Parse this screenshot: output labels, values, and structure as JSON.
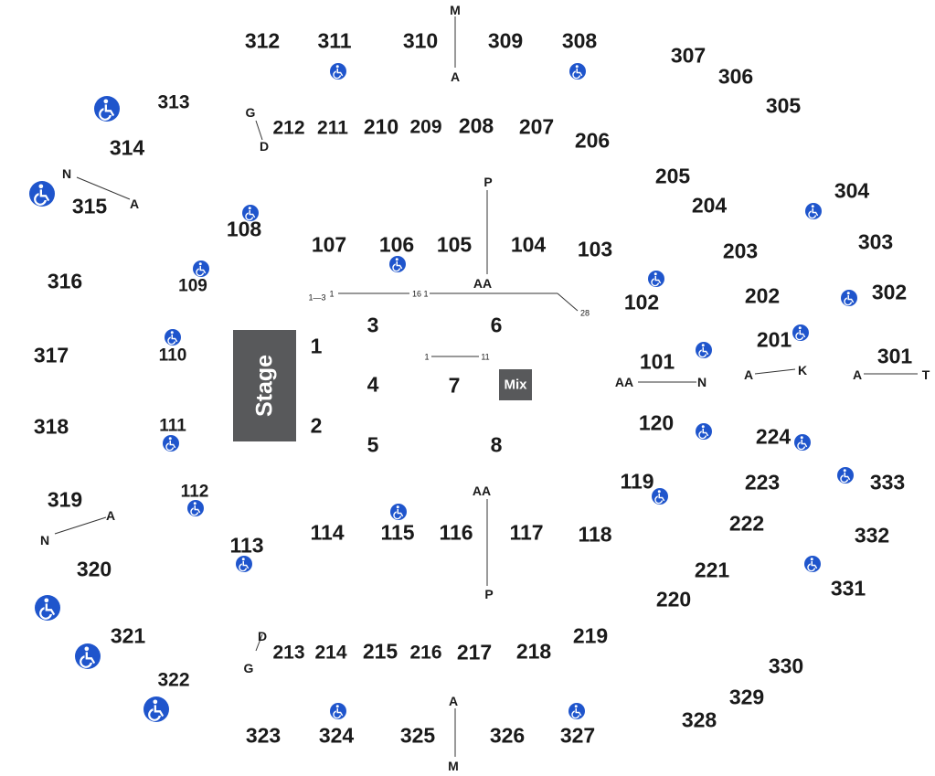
{
  "map": {
    "stage_label": "Stage",
    "mix_label": "Mix",
    "accessible_icon": "wheelchair-icon",
    "accessible_color": "#1f55cc",
    "stage_color": "#58595b",
    "sections": {
      "s1": "1",
      "s2": "2",
      "s3": "3",
      "s4": "4",
      "s5": "5",
      "s6": "6",
      "s7": "7",
      "s8": "8",
      "s101": "101",
      "s102": "102",
      "s103": "103",
      "s104": "104",
      "s105": "105",
      "s106": "106",
      "s107": "107",
      "s108": "108",
      "s109": "109",
      "s110": "110",
      "s111": "111",
      "s112": "112",
      "s113": "113",
      "s114": "114",
      "s115": "115",
      "s116": "116",
      "s117": "117",
      "s118": "118",
      "s119": "119",
      "s120": "120",
      "s201": "201",
      "s202": "202",
      "s203": "203",
      "s204": "204",
      "s205": "205",
      "s206": "206",
      "s207": "207",
      "s208": "208",
      "s209": "209",
      "s210": "210",
      "s211": "211",
      "s212": "212",
      "s213": "213",
      "s214": "214",
      "s215": "215",
      "s216": "216",
      "s217": "217",
      "s218": "218",
      "s219": "219",
      "s220": "220",
      "s221": "221",
      "s222": "222",
      "s223": "223",
      "s224": "224",
      "s301": "301",
      "s302": "302",
      "s303": "303",
      "s304": "304",
      "s305": "305",
      "s306": "306",
      "s307": "307",
      "s308": "308",
      "s309": "309",
      "s310": "310",
      "s311": "311",
      "s312": "312",
      "s313": "313",
      "s314": "314",
      "s315": "315",
      "s316": "316",
      "s317": "317",
      "s318": "318",
      "s319": "319",
      "s320": "320",
      "s321": "321",
      "s322": "322",
      "s323": "323",
      "s324": "324",
      "s325": "325",
      "s326": "326",
      "s327": "327",
      "s328": "328",
      "s329": "329",
      "s330": "330",
      "s331": "331",
      "s332": "332",
      "s333": "333"
    },
    "rows": {
      "m_top": "M",
      "a_top": "A",
      "m_bottom": "M",
      "a_bottom": "A",
      "g_top": "G",
      "d_top": "D",
      "g_bottom": "G",
      "d_bottom": "D",
      "n_left_top": "N",
      "a_left_top": "A",
      "n_left_bottom": "N",
      "a_left_bottom": "A",
      "p_top": "P",
      "aa_top": "AA",
      "p_bottom": "P",
      "aa_bottom": "AA",
      "floor_1_3": "1—3",
      "floor_1a": "1",
      "floor_16": "16",
      "floor_1b": "1",
      "floor_28": "28",
      "mix_1": "1",
      "mix_11": "11",
      "aa_101": "AA",
      "n_101": "N",
      "a_201": "A",
      "k_201": "K",
      "a_301": "A",
      "t_301": "T"
    }
  }
}
